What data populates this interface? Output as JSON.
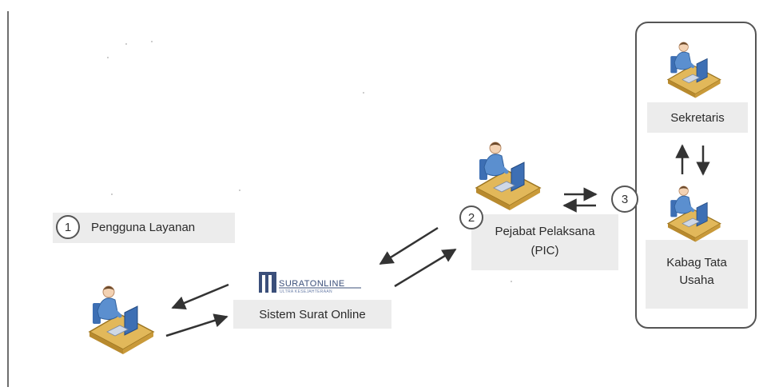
{
  "actors": {
    "user": {
      "step": "1",
      "label": "Pengguna Layanan",
      "icon": "person-at-computer-icon"
    },
    "system": {
      "label": "Sistem Surat Online",
      "logo_text": "SURATONLINE",
      "logo_subtext": "ULTRA KESEJAHTERAAN",
      "icon": "surat-online-logo"
    },
    "officer": {
      "step": "2",
      "label_line1": "Pejabat Pelaksana",
      "label_line2": "(PIC)",
      "icon": "person-at-computer-icon"
    },
    "internal_group": {
      "step": "3",
      "secretary_label": "Sekretaris",
      "head_label_line1": "Kabag Tata",
      "head_label_line2": "Usaha",
      "secretary_icon": "person-at-computer-icon",
      "head_icon": "person-at-computer-icon"
    }
  },
  "colors": {
    "label_bg": "#ececec",
    "border": "#555555",
    "desk": "#e2b85a",
    "person": "#5b8fcf",
    "monitor": "#3d6fb4",
    "logo": "#3b4f7a"
  }
}
